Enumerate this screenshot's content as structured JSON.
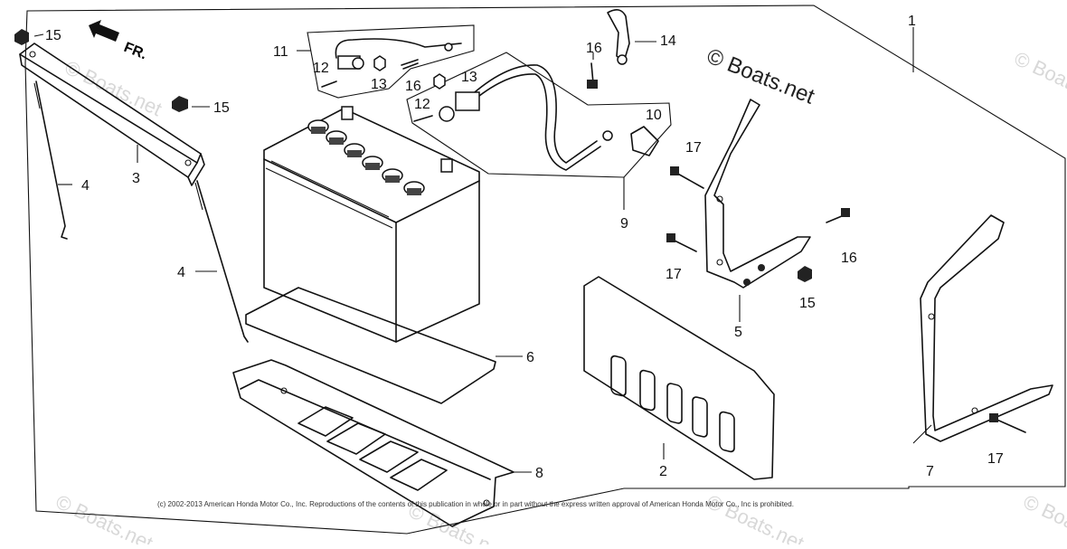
{
  "diagram": {
    "direction_label": "FR.",
    "watermark_text": "© Boats.net",
    "copyright": "(c) 2002-2013 American Honda Motor Co., Inc. Reproductions of the contents of this publication in whole or in part without the express written approval of American Honda Motor Co., Inc is prohibited.",
    "callouts": {
      "c1": "1",
      "c2": "2",
      "c3": "3",
      "c4a": "4",
      "c4b": "4",
      "c5": "5",
      "c6": "6",
      "c7": "7",
      "c8": "8",
      "c9": "9",
      "c10": "10",
      "c11": "11",
      "c12a": "12",
      "c12b": "12",
      "c13a": "13",
      "c13b": "13",
      "c14": "14",
      "c15a": "15",
      "c15b": "15",
      "c15c": "15",
      "c16a": "16",
      "c16b": "16",
      "c16c": "16",
      "c17a": "17",
      "c17b": "17",
      "c17c": "17"
    }
  }
}
